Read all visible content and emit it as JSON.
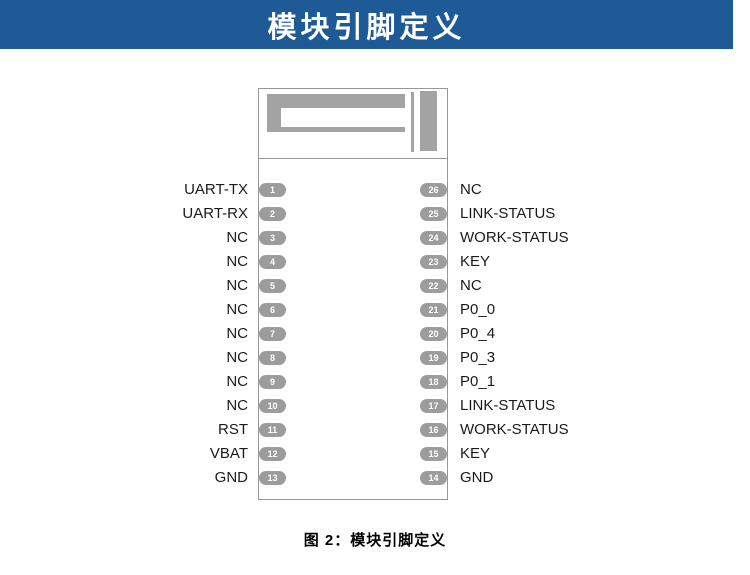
{
  "header": {
    "title": "模块引脚定义"
  },
  "colors": {
    "header_bg": "#1d5a96",
    "pin_fill": "#9c9c9c",
    "antenna": "#a3a3a3",
    "module_border": "#979797"
  },
  "diagram": {
    "left_pins": [
      {
        "num": "1",
        "label": "UART-TX"
      },
      {
        "num": "2",
        "label": "UART-RX"
      },
      {
        "num": "3",
        "label": "NC"
      },
      {
        "num": "4",
        "label": "NC"
      },
      {
        "num": "5",
        "label": "NC"
      },
      {
        "num": "6",
        "label": "NC"
      },
      {
        "num": "7",
        "label": "NC"
      },
      {
        "num": "8",
        "label": "NC"
      },
      {
        "num": "9",
        "label": "NC"
      },
      {
        "num": "10",
        "label": "NC"
      },
      {
        "num": "11",
        "label": "RST"
      },
      {
        "num": "12",
        "label": "VBAT"
      },
      {
        "num": "13",
        "label": "GND"
      }
    ],
    "right_pins": [
      {
        "num": "26",
        "label": "NC"
      },
      {
        "num": "25",
        "label": "LINK-STATUS"
      },
      {
        "num": "24",
        "label": "WORK-STATUS"
      },
      {
        "num": "23",
        "label": "KEY"
      },
      {
        "num": "22",
        "label": "NC"
      },
      {
        "num": "21",
        "label": "P0_0"
      },
      {
        "num": "20",
        "label": "P0_4"
      },
      {
        "num": "19",
        "label": "P0_3"
      },
      {
        "num": "18",
        "label": "P0_1"
      },
      {
        "num": "17",
        "label": "LINK-STATUS"
      },
      {
        "num": "16",
        "label": "WORK-STATUS"
      },
      {
        "num": "15",
        "label": "KEY"
      },
      {
        "num": "14",
        "label": "GND"
      }
    ]
  },
  "caption": "图 2：模块引脚定义"
}
